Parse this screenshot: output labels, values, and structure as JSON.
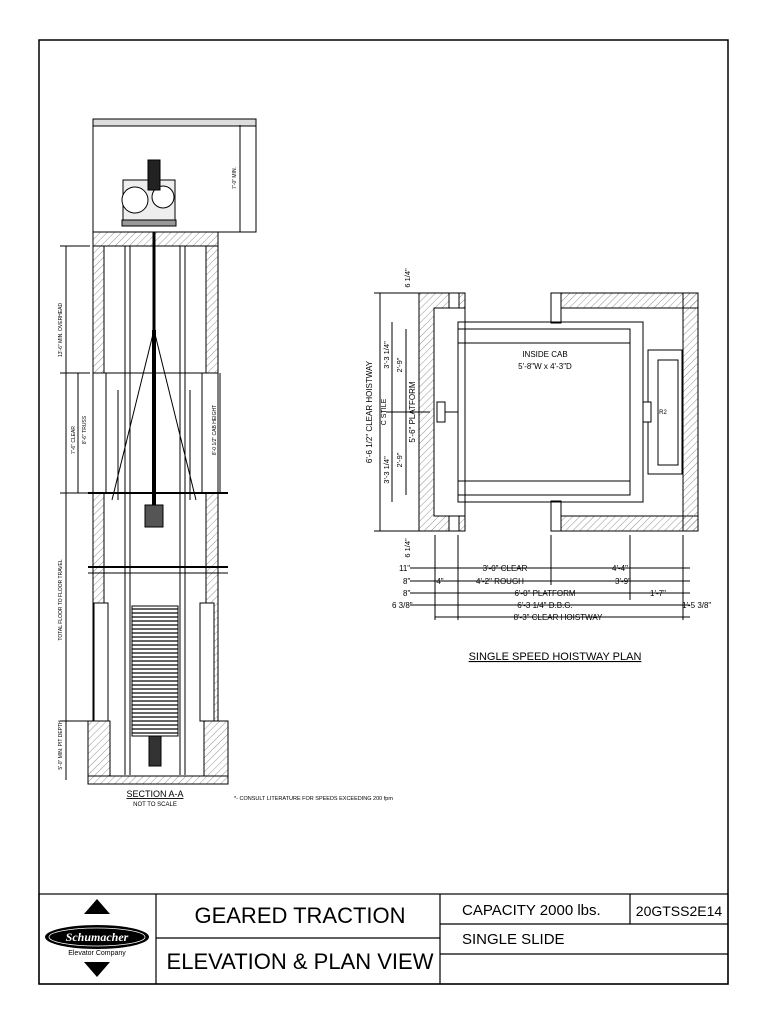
{
  "drawing": {
    "section": {
      "title": "SECTION A-A",
      "subtitle": "NOT TO SCALE",
      "note": "*- CONSULT LITERATURE FOR SPEEDS EXCEEDING 200 fpm",
      "labels": {
        "overhead": "13'-6\" MIN. OVERHEAD",
        "clear_height": "7'-6\" CLEAR",
        "cab_height": "8'-6\" TRUSS",
        "min_label": "7'-0\" MIN.",
        "cab_height_right": "8'-0 1/2\" CAB HEIGHT",
        "total_travel": "TOTAL FLOOR TO FLOOR TRAVEL",
        "pit": "5'-0\" MIN. PIT DEPTH"
      }
    },
    "plan": {
      "title": "SINGLE SPEED HOISTWAY PLAN",
      "inside_cab": "INSIDE CAB",
      "inside_cab_dims": "5'-8\"W x 4'-3\"D",
      "r2": "R2",
      "vertical": {
        "clear_hoistway": "6'-6 1/2\" CLEAR HOISTWAY",
        "c_stile": "C STILE",
        "platform": "5'-6\" PLATFORM",
        "top_34": "3'-3 1/4\"",
        "bot_34": "3'-3 1/4\"",
        "top_29": "2'-9\"",
        "bot_29": "2'-9\"",
        "top_gap": "6 1/4\"",
        "bot_gap": "6 1/4\""
      },
      "horizontal": {
        "r1_left": "11\"",
        "r1_mid": "3'-0\" CLEAR",
        "r1_right": "4'-4\"",
        "r2_left": "8\"",
        "r2_4": "4\"",
        "r2_mid": "4'-2\" ROUGH",
        "r2_right": "3'-9\"",
        "r3_left": "8\"",
        "r3_mid": "6'-0\" PLATFORM",
        "r3_right": "1'-7\"",
        "r4_left": "6 3/8\"",
        "r4_mid": "6'-3 1/4\" D.B.G.",
        "r4_right": "1'-5 3/8\"",
        "r5_mid": "8'-3\" CLEAR HOISTWAY"
      }
    }
  },
  "title_block": {
    "logo_name": "Schumacher",
    "logo_sub": "Elevator Company",
    "title_line1": "GEARED TRACTION",
    "title_line2": "ELEVATION & PLAN VIEW",
    "capacity": "CAPACITY 2000 lbs.",
    "model": "20GTSS2E14",
    "door": "SINGLE SLIDE"
  }
}
